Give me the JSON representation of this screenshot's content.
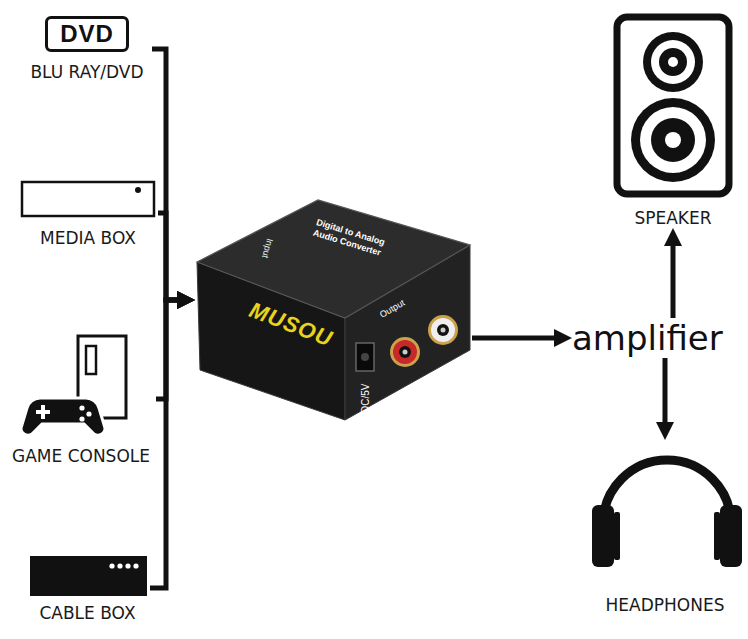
{
  "diagram": {
    "nodes": [
      {
        "text": [
          "DVD",
          "BLU RAY/DVD"
        ]
      },
      {
        "text": [
          "MEDIA BOX"
        ]
      },
      {
        "text": [
          "GAME CONSOLE"
        ]
      },
      {
        "text": [
          "CABLE BOX"
        ]
      },
      {
        "text": [
          "Digital to Analog Audio Converter",
          "Input",
          "MUSOU",
          "Output",
          "DC/5V"
        ]
      },
      {
        "text": [
          "amplifier"
        ]
      },
      {
        "text": [
          "SPEAKER"
        ]
      },
      {
        "text": [
          "HEADPHONES"
        ]
      }
    ],
    "edges": [
      {
        "from": 0,
        "to": 4,
        "arrow": "to"
      },
      {
        "from": 1,
        "to": 4,
        "arrow": "to"
      },
      {
        "from": 2,
        "to": 4,
        "arrow": "to"
      },
      {
        "from": 3,
        "to": 4,
        "arrow": "to"
      },
      {
        "from": 4,
        "to": 5,
        "arrow": "to"
      },
      {
        "from": 5,
        "to": 6,
        "arrow": "to"
      },
      {
        "from": 5,
        "to": 7,
        "arrow": "to"
      }
    ]
  }
}
